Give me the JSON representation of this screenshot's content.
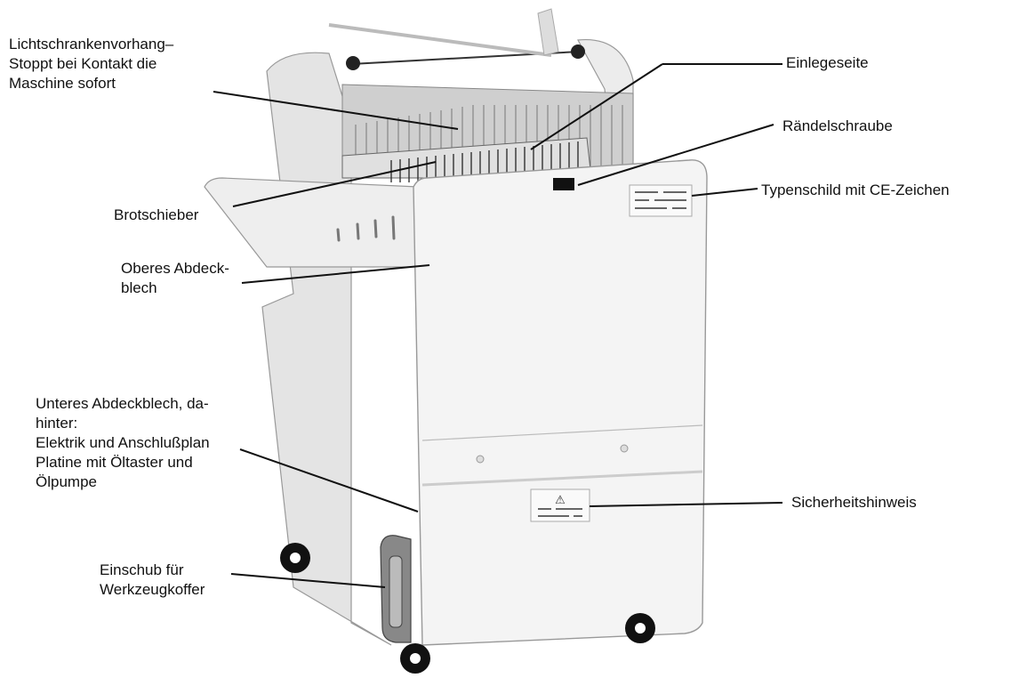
{
  "labels": {
    "lichtschranke": [
      "Lichtschrankenvorhang–",
      "Stoppt bei Kontakt die",
      "Maschine sofort"
    ],
    "einlegeseite": [
      "Einlegeseite"
    ],
    "raendelschraube": [
      "Rändelschraube"
    ],
    "typenschild": [
      "Typenschild mit CE-Zeichen"
    ],
    "brotschieber": [
      "Brotschieber"
    ],
    "abdeckblech_oben": [
      "Oberes Abdeck-",
      "blech"
    ],
    "abdeckblech_unten": [
      "Unteres Abdeckblech, da-",
      "hinter:",
      "Elektrik und Anschlußplan",
      "Platine mit Öltaster und",
      "Ölpumpe"
    ],
    "sicherheitshinweis": [
      "Sicherheitshinweis"
    ],
    "einschub": [
      "Einschub für",
      "Werkzeugkoffer"
    ]
  },
  "warning_symbol": "⚠",
  "colors": {
    "line": "#111111",
    "panel": "#f2f2f2",
    "shadow": "#d6d6d6",
    "dark": "#444444"
  }
}
